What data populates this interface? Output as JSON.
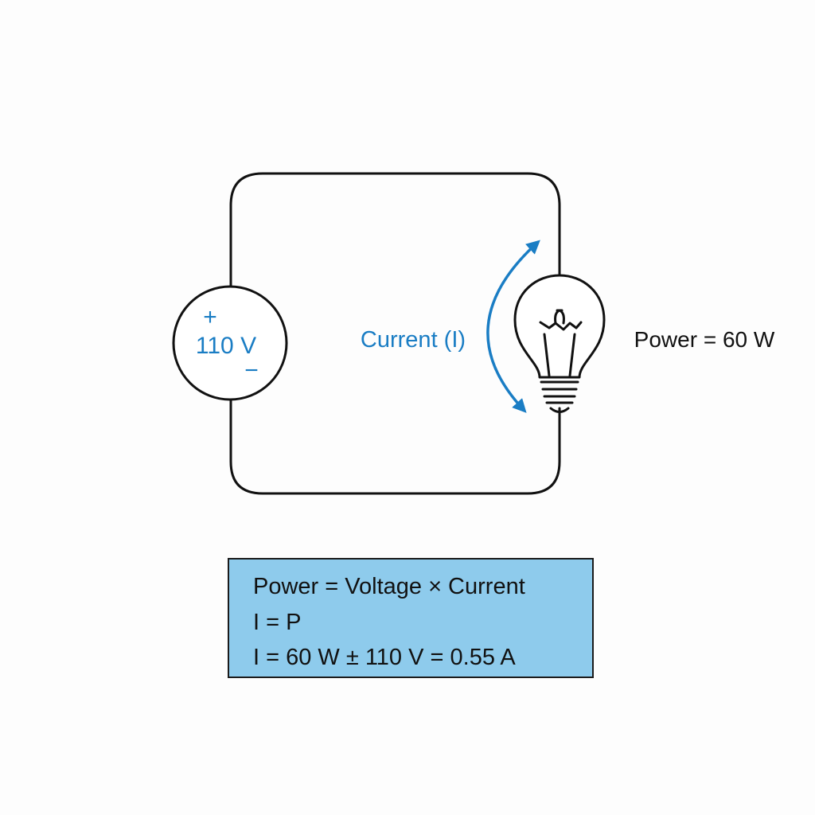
{
  "colors": {
    "wire": "#111111",
    "accent": "#1a7dc4",
    "box_fill": "#8ecbec",
    "box_border": "#1b1b1b"
  },
  "source": {
    "plus": "+",
    "voltage": "110 V",
    "minus": "−"
  },
  "current_label": "Current (I)",
  "power_label": "Power = 60 W",
  "formula": {
    "line1": "Power = Voltage × Current",
    "line2": "I = P",
    "line3": "I = 60 W ± 110 V = 0.55 A"
  },
  "icons": {
    "battery": "voltage-source-icon",
    "bulb": "light-bulb-icon",
    "current": "current-arrow-icon"
  }
}
